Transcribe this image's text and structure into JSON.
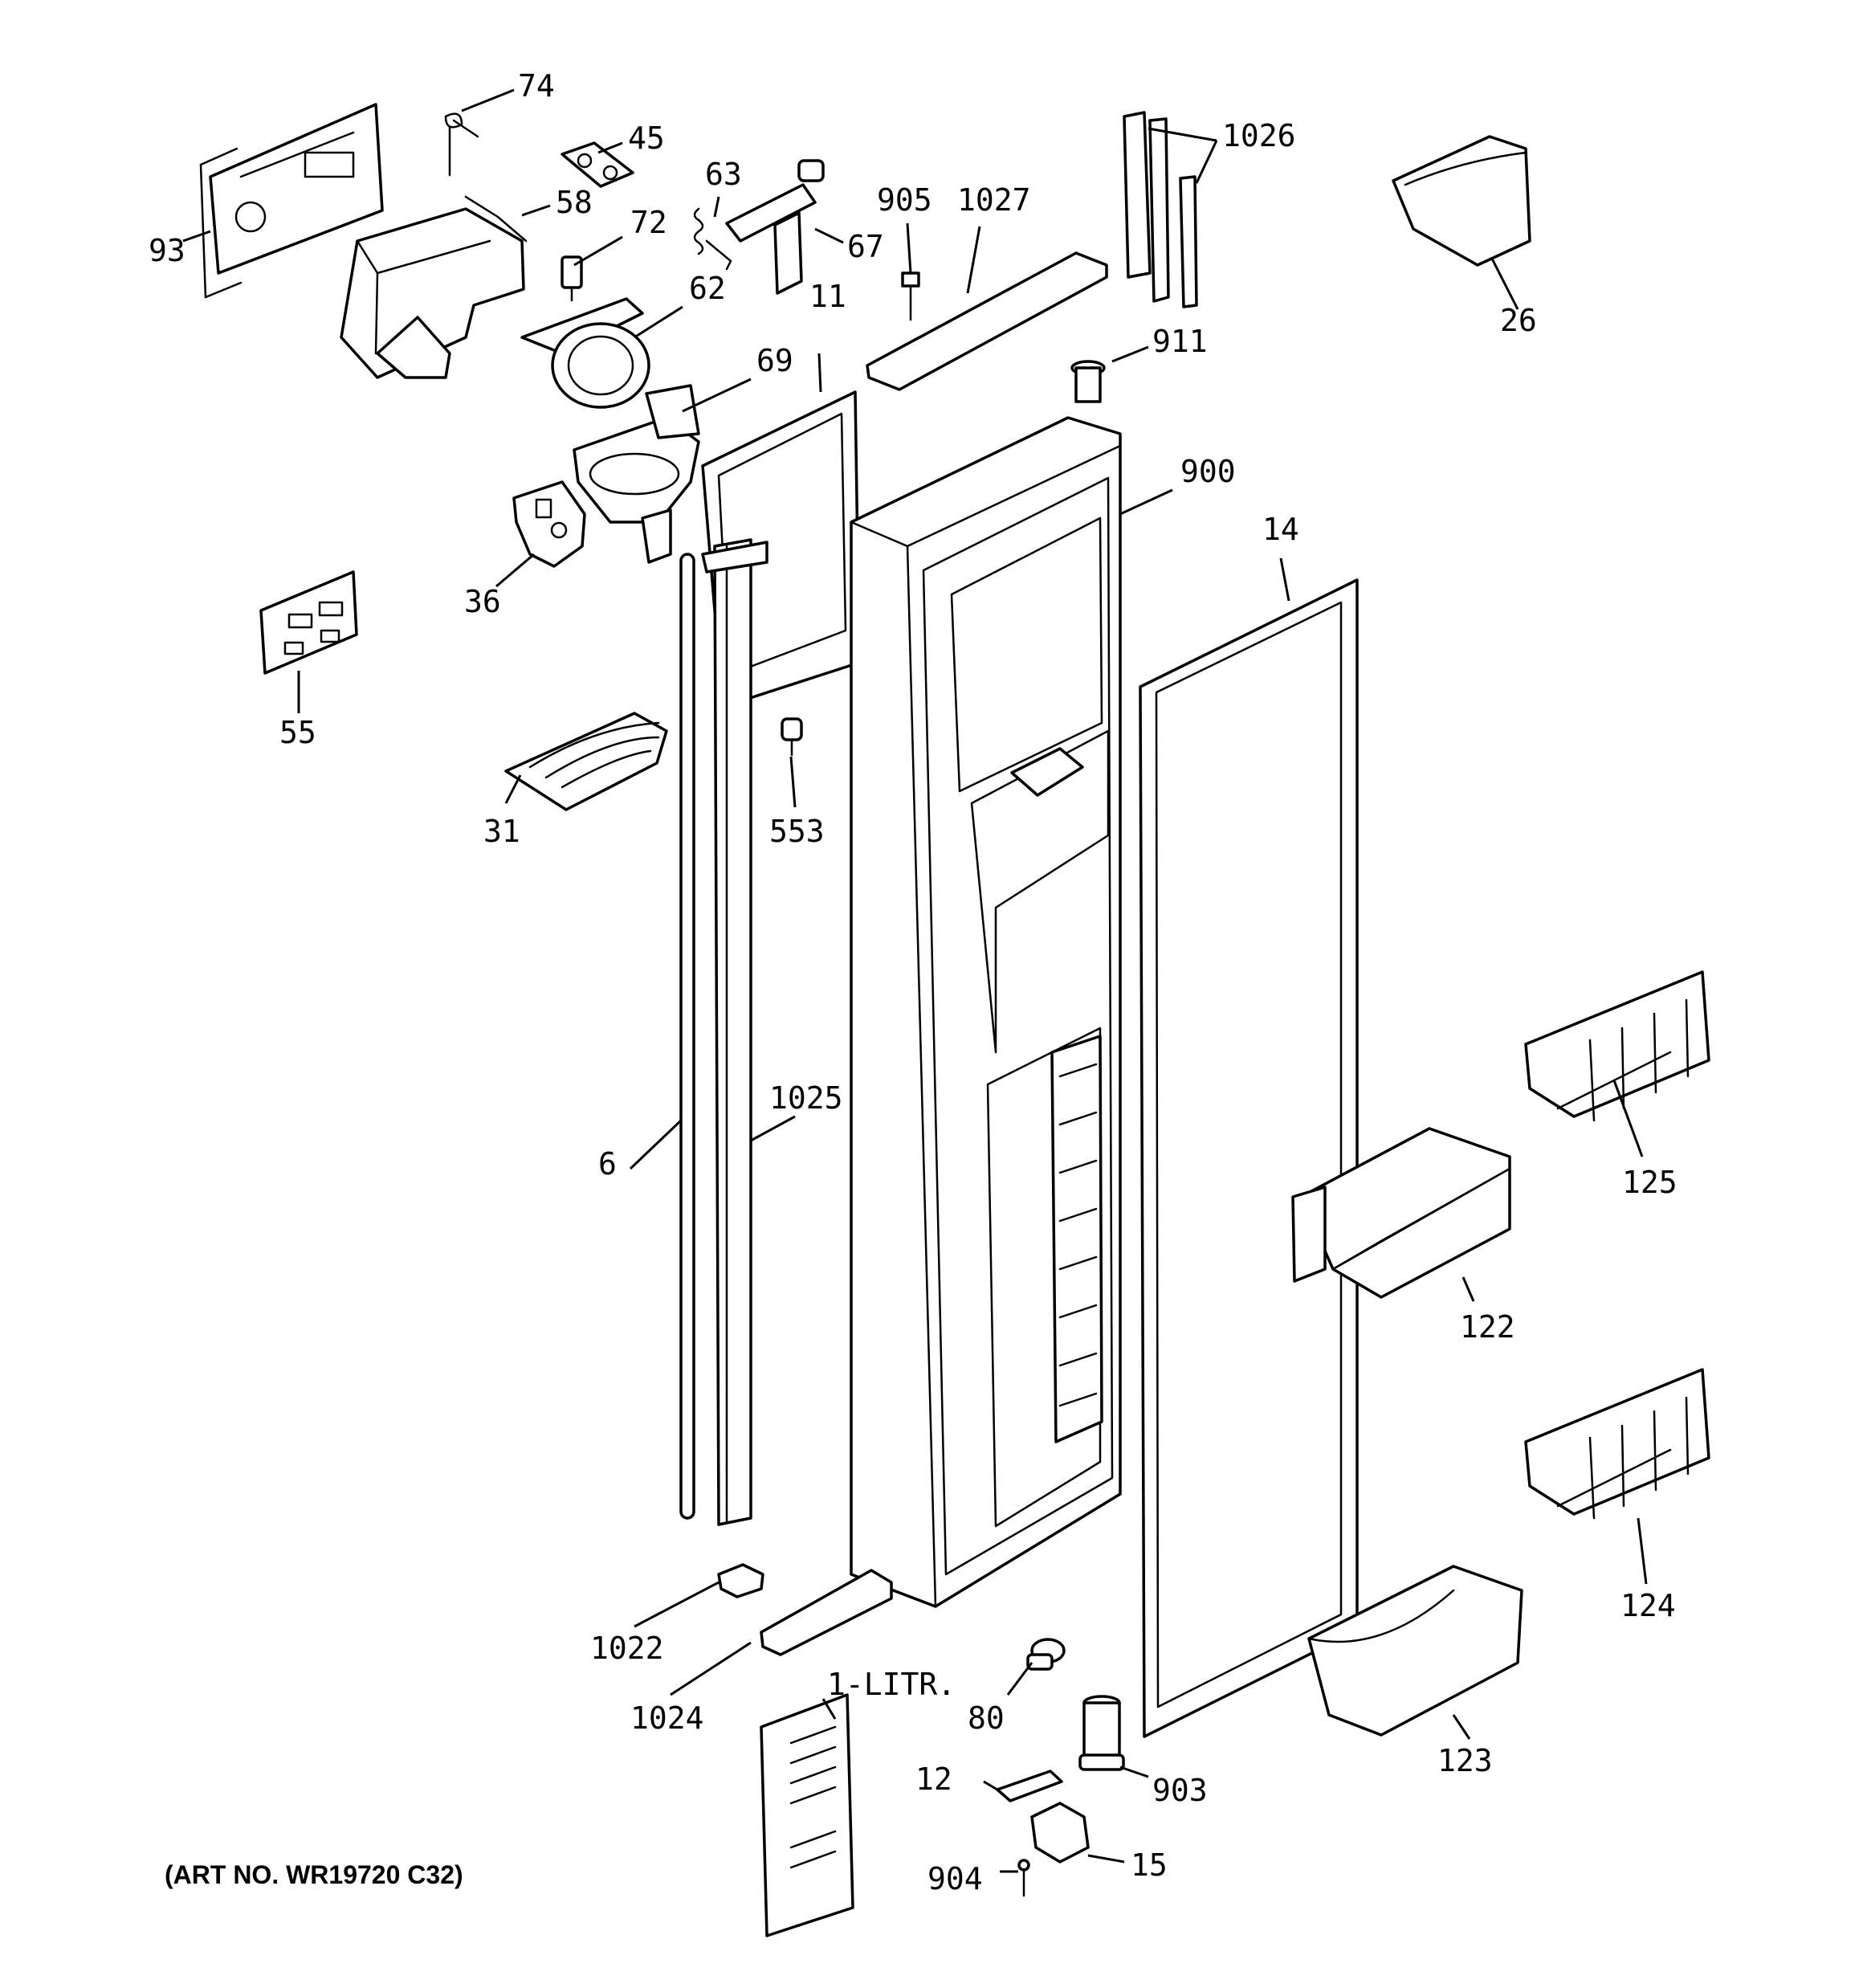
{
  "callouts": {
    "c74": "74",
    "c45": "45",
    "c93": "93",
    "c58": "58",
    "c63": "63",
    "c72": "72",
    "c67": "67",
    "c905": "905",
    "c1027": "1027",
    "c1026": "1026",
    "c26": "26",
    "c62": "62",
    "c11": "11",
    "c911": "911",
    "c69": "69",
    "c900": "900",
    "c14": "14",
    "c36": "36",
    "c55": "55",
    "c31": "31",
    "c553": "553",
    "c1025": "1025",
    "c6": "6",
    "c125": "125",
    "c122": "122",
    "c124": "124",
    "c1022": "1022",
    "c1024": "1024",
    "c1litr": "1-LITR.",
    "c80": "80",
    "c12": "12",
    "c903": "903",
    "c123": "123",
    "c904": "904",
    "c15": "15"
  },
  "art_number": "(ART NO. WR19720 C32)"
}
